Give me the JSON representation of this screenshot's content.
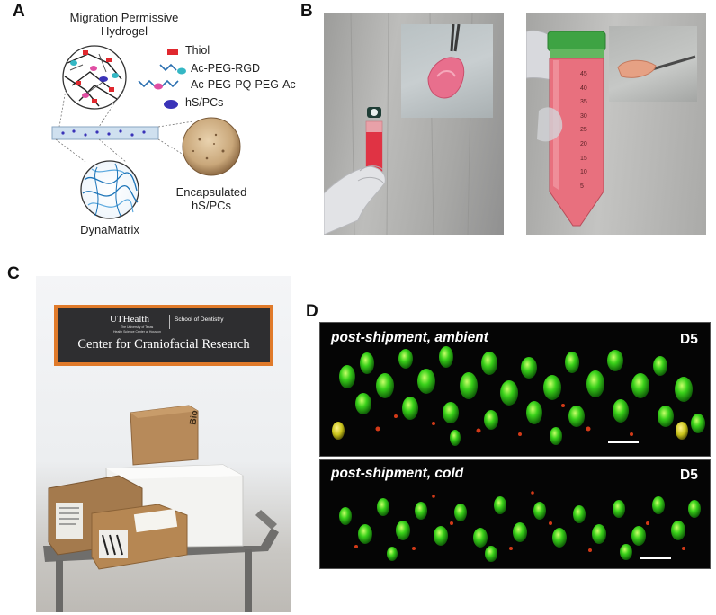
{
  "panels": {
    "a": {
      "letter": "A",
      "title_line1": "Migration Permissive",
      "title_line2": "Hydrogel",
      "legend": [
        {
          "label": "Thiol",
          "color": "#e0282e"
        },
        {
          "label": "Ac-PEG-RGD",
          "color": "#35b7c4"
        },
        {
          "label": "Ac-PEG-PQ-PEG-Ac",
          "color": "#e04ea3"
        },
        {
          "label": "hS/PCs",
          "color": "#3a33b8"
        }
      ],
      "encapsulated_line1": "Encapsulated",
      "encapsulated_line2": "hS/PCs",
      "matrix_label": "DynaMatrix"
    },
    "b": {
      "letter": "B"
    },
    "c": {
      "letter": "C",
      "sign_org": "UTHealth",
      "sign_univ1": "The University of Texas",
      "sign_univ2": "Health Science Center at Houston",
      "sign_school": "School of Dentistry",
      "sign_main": "Center for Craniofacial Research",
      "box_text": "Bio"
    },
    "d": {
      "letter": "D",
      "top_label": "post-shipment, ambient",
      "top_day": "D5",
      "bottom_label": "post-shipment, cold",
      "bottom_day": "D5"
    }
  },
  "tube_scale": [
    "45",
    "40",
    "35",
    "30",
    "25",
    "20",
    "15",
    "10",
    "5"
  ]
}
